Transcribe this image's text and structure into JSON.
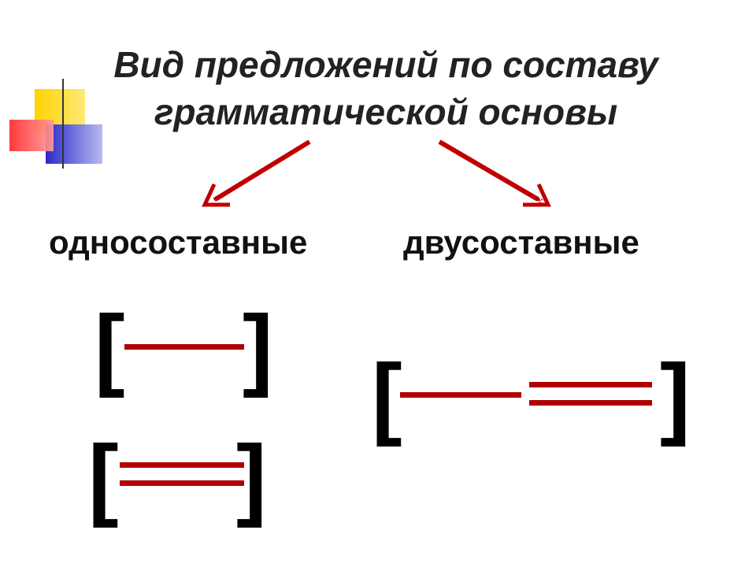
{
  "slide": {
    "title_line1": "Вид предложений по составу",
    "title_line2": "грамматической основы",
    "branches": {
      "left_label": "односоставные",
      "right_label": "двусоставные"
    },
    "schemes": {
      "bracket_open": "[",
      "bracket_close": "]"
    }
  },
  "colors": {
    "title_text": "#222222",
    "label_text": "#111111",
    "arrow": "#c00000",
    "underline": "#b00000",
    "deco_yellow": "#ffd200",
    "deco_red": "#ff3b3b",
    "deco_blue": "#3a3ad0"
  },
  "icons": {
    "decor": "color-squares-decoration"
  }
}
